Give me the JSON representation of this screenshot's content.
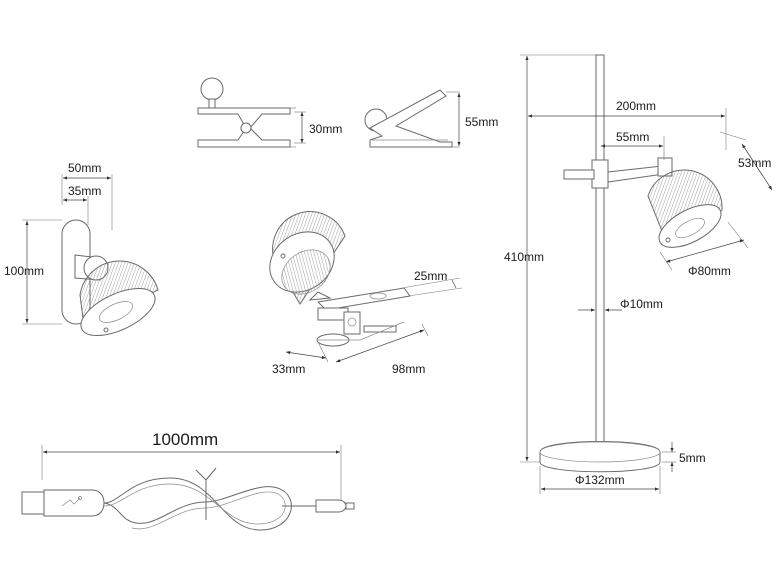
{
  "dimensions": {
    "cable_length": "1000mm",
    "wall_width": "50mm",
    "wall_offset": "35mm",
    "wall_height": "100mm",
    "clip_height_open": "30mm",
    "clip_height_closed": "55mm",
    "clip_arm": "25mm",
    "clip_depth": "33mm",
    "clip_length": "98mm",
    "arm_reach": "200mm",
    "arm_short": "55mm",
    "shade_height": "53mm",
    "total_height": "410mm",
    "shade_diameter": "Φ80mm",
    "pole_diameter": "Φ10mm",
    "base_thickness": "5mm",
    "base_diameter": "Φ132mm"
  }
}
